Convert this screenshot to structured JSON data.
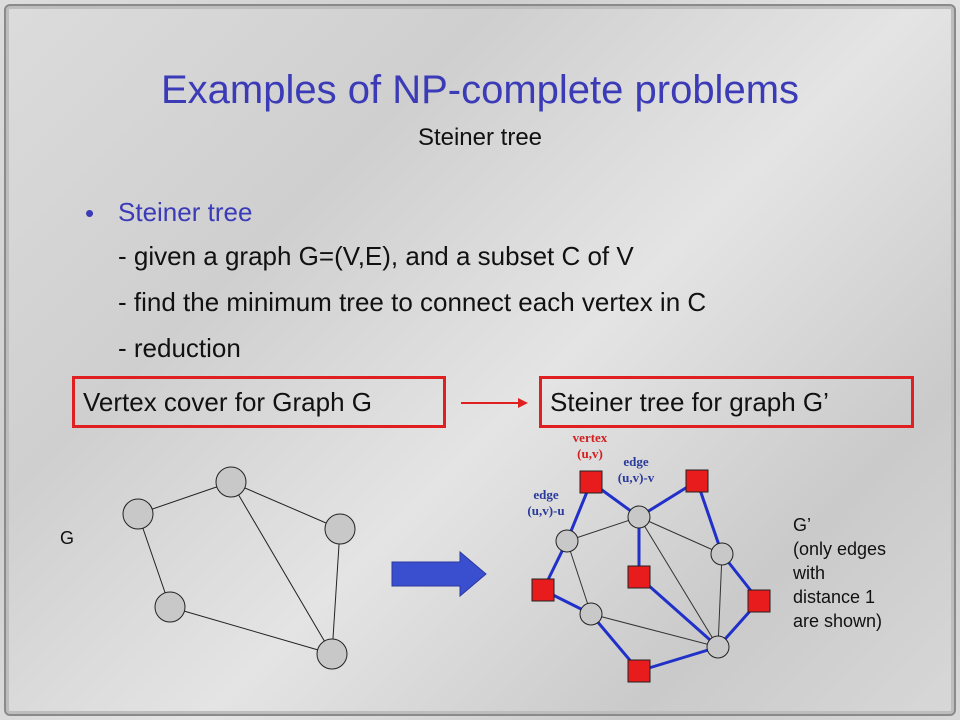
{
  "slide": {
    "title": "Examples of NP-complete problems",
    "subtitle": "Steiner tree",
    "bullet": {
      "marker": "•",
      "heading": "Steiner tree",
      "lines": [
        "- given a graph G=(V,E), and a subset C of V",
        "- find the minimum tree to connect each vertex in C",
        "- reduction"
      ]
    },
    "reduction": {
      "from_label": "Vertex cover for Graph G",
      "to_label": "Steiner tree for graph G’"
    },
    "graph_g": {
      "label": "G"
    },
    "graph_gprime": {
      "vertex_label": [
        "vertex",
        "(u,v)"
      ],
      "edge_right_label": [
        "edge",
        "(u,v)-v"
      ],
      "edge_left_label": [
        "edge",
        "(u,v)-u"
      ],
      "note_lines": [
        "G’",
        "(only edges",
        "with",
        "distance 1",
        "are shown)"
      ]
    },
    "colors": {
      "title": "#3b3bb8",
      "box_border": "#e02020",
      "arrow_red": "#e02020",
      "big_arrow": "#3a4fd0",
      "node_fill": "#c8c8c8",
      "square_fill": "#e81c1c",
      "tree_edge": "#2030c8",
      "vertex_label": "#d02020",
      "edge_label": "#2a3a9a"
    }
  }
}
